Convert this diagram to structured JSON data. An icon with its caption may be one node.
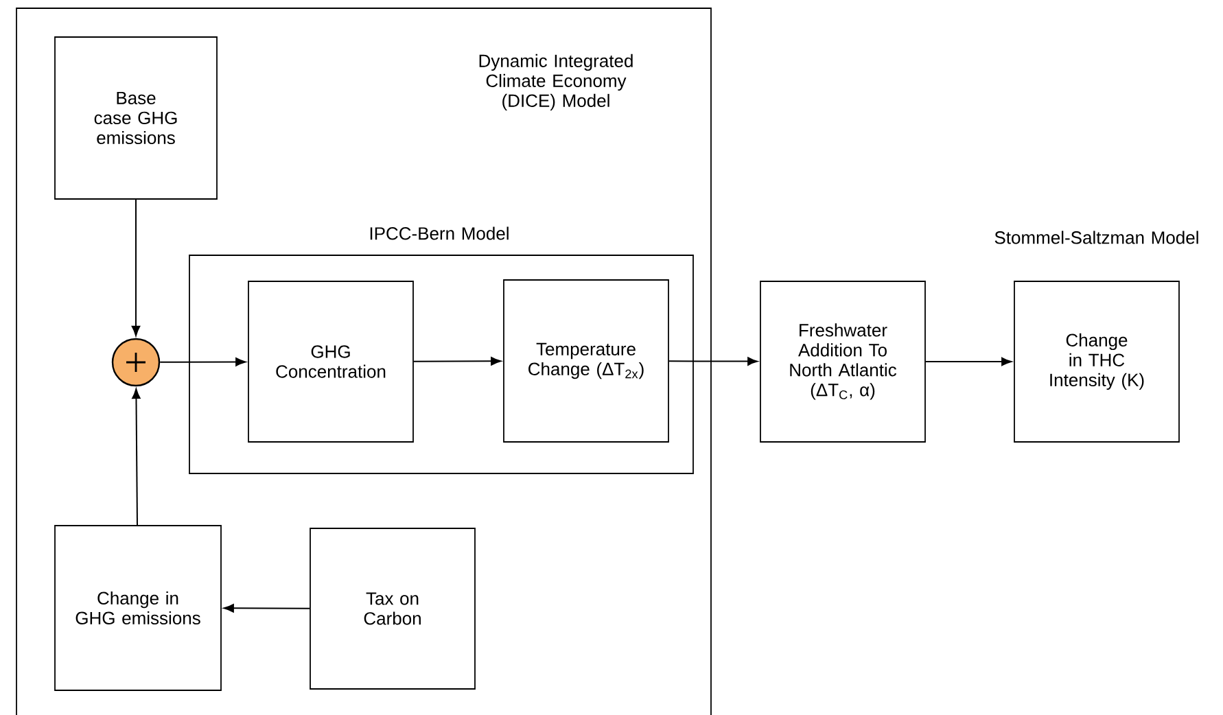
{
  "diagram": {
    "nodes": [
      {
        "text": [
          "Dynamic Integrated Climate Economy (DICE) Model"
        ]
      },
      {
        "text": [
          "Base case GHG emissions"
        ],
        "in": 0
      },
      {
        "text": [],
        "shape": "circle",
        "in": 0
      },
      {
        "text": [
          "IPCC-Bern Model"
        ],
        "in": 0
      },
      {
        "text": [
          "GHG Concentration"
        ],
        "in": 3
      },
      {
        "text": [
          "Temperature Change (ΔT$_{2x}$)"
        ],
        "in": 3
      },
      {
        "text": [
          "Freshwater Addition To North Atlantic (ΔT$_{C}$, α)"
        ]
      },
      {
        "text": [
          "Stommel-Saltzman Model",
          "Change in THC Intensity (K)"
        ]
      },
      {
        "text": [
          "Change in GHG emissions"
        ],
        "in": 0
      },
      {
        "text": [
          "Tax on Carbon"
        ],
        "in": 0
      }
    ],
    "edges": [
      {
        "from": 1,
        "to": 2,
        "arrow": "to"
      },
      {
        "from": 8,
        "to": 2,
        "arrow": "to"
      },
      {
        "from": 2,
        "to": 4,
        "arrow": "to"
      },
      {
        "from": 4,
        "to": 5,
        "arrow": "to"
      },
      {
        "from": 5,
        "to": 6,
        "arrow": "to"
      },
      {
        "from": 6,
        "to": 7,
        "arrow": "to"
      },
      {
        "from": 9,
        "to": 8,
        "arrow": "to"
      }
    ]
  }
}
